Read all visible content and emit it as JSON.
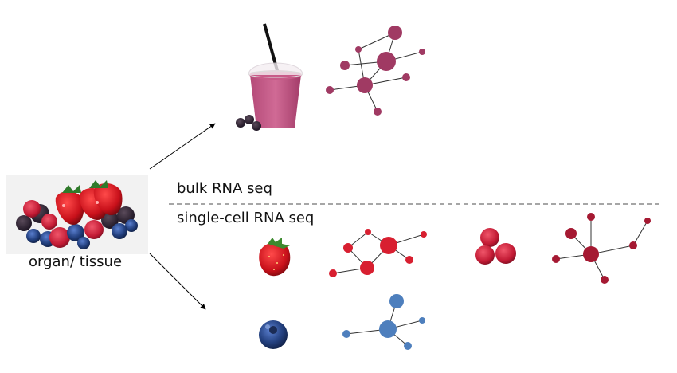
{
  "labels": {
    "bulk": "bulk RNA seq",
    "single_cell": "single-cell RNA seq",
    "organ": "organ/ tissue"
  },
  "colors": {
    "smoothie": "#a03a63",
    "strawberry_network": "#d81f30",
    "raspberry_network": "#a51932",
    "blueberry_network": "#4e7fbd",
    "divider": "#888888",
    "arrow": "#000000"
  },
  "icons": [
    "berry-mix-icon",
    "smoothie-cup-icon",
    "strawberry-icon",
    "raspberry-icon",
    "blueberry-icon"
  ]
}
